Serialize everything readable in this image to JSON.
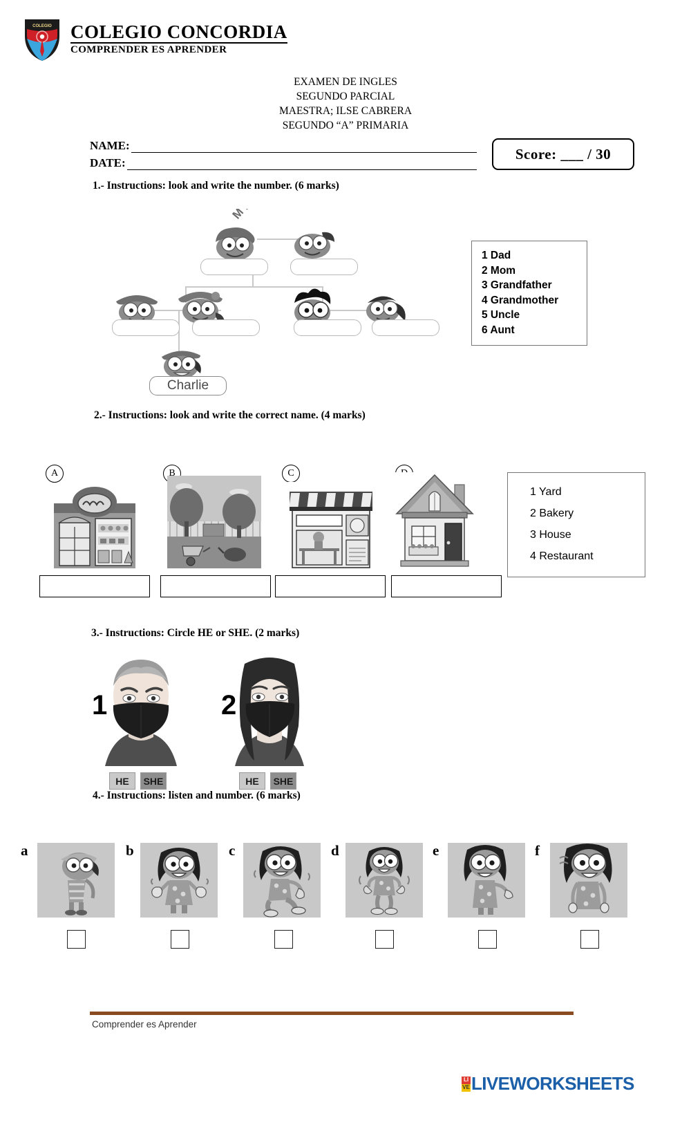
{
  "school": {
    "name": "COLEGIO CONCORDIA",
    "motto": "COMPRENDER ES APRENDER",
    "logo_colors": {
      "red": "#cf2027",
      "blue": "#3aa6dd",
      "dark": "#1b1b1b"
    }
  },
  "header": {
    "line1": "EXAMEN DE INGLES",
    "line2": "SEGUNDO PARCIAL",
    "line3": "MAESTRA; ILSE CABRERA",
    "line4": "SEGUNDO “A” PRIMARIA",
    "name_label": "NAME:",
    "date_label": "DATE:",
    "score_label": "Score: ___ / 30"
  },
  "questions": {
    "q1": {
      "title": "1.- Instructions: look and write the number. (6 marks)",
      "tree_title": "MY FAMILY",
      "child_name": "Charlie",
      "legend": [
        "1 Dad",
        "2 Mom",
        "3 Grandfather",
        "4 Grandmother",
        "5 Uncle",
        "6 Aunt"
      ]
    },
    "q2": {
      "title": "2.- Instructions: look and write the correct name. (4 marks)",
      "letters": [
        "A",
        "B",
        "C",
        "D"
      ],
      "pictures": [
        "bakery-storefront",
        "yard-with-trees",
        "restaurant-cafe",
        "house"
      ],
      "legend": [
        "1 Yard",
        "2 Bakery",
        "3 House",
        "4 Restaurant"
      ],
      "answers": [
        "",
        "",
        "",
        ""
      ]
    },
    "q3": {
      "title": "3.-  Instructions: Circle HE or SHE. (2 marks)",
      "items": [
        {
          "number": "1",
          "portrait": "man-with-mask",
          "options": [
            "HE",
            "SHE"
          ]
        },
        {
          "number": "2",
          "portrait": "woman-with-mask",
          "options": [
            "HE",
            "SHE"
          ]
        }
      ]
    },
    "q4": {
      "title": "4.- Instructions: listen and number. (6 marks)",
      "letters": [
        "a",
        "b",
        "c",
        "d",
        "e",
        "f"
      ],
      "pictures": [
        "girl-walking-with-backpack",
        "girl-waving-both-hands",
        "girl-running",
        "girl-jumping",
        "girl-pointing",
        "girl-standing-smiling"
      ],
      "answers": [
        "",
        "",
        "",
        "",
        "",
        ""
      ]
    }
  },
  "footer": {
    "text": "Comprender es Aprender",
    "rule_color": "#8a4b20",
    "brand": {
      "badge": [
        "LI",
        "VE"
      ],
      "word": "LIVEWORKSHEETS",
      "word_color": "#1b5fa8",
      "badge_colors": [
        "#e03c31",
        "#2e9e46",
        "#f2c200",
        "#1b5fa8"
      ]
    }
  }
}
